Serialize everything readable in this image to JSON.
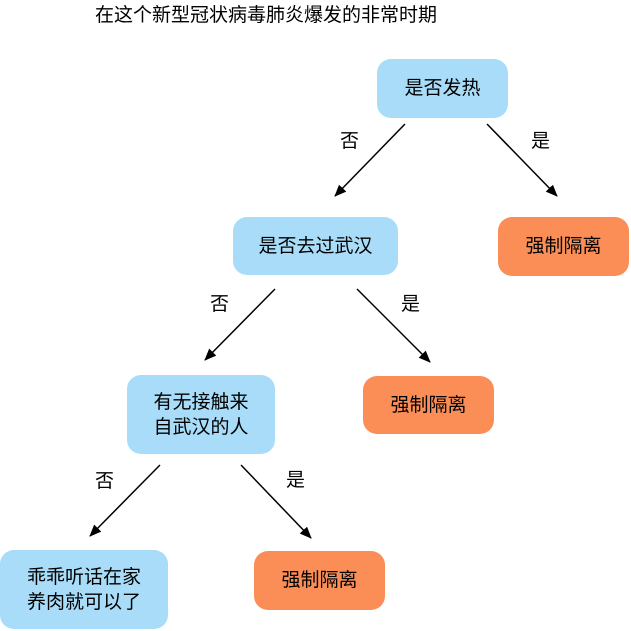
{
  "title": "在这个新型冠状病毒肺炎爆发的非常时期",
  "colors": {
    "question": "#a8dcf8",
    "result": "#fb8e56",
    "arrow": "#000000"
  },
  "nodes": {
    "q1": "是否发热",
    "q2": "是否去过武汉",
    "q3_line1": "有无接触来",
    "q3_line2": "自武汉的人",
    "r1": "强制隔离",
    "r2": "强制隔离",
    "r3": "强制隔离",
    "leaf_line1": "乖乖听话在家",
    "leaf_line2": "养肉就可以了"
  },
  "edges": {
    "q1_no": "否",
    "q1_yes": "是",
    "q2_no": "否",
    "q2_yes": "是",
    "q3_no": "否",
    "q3_yes": "是"
  }
}
